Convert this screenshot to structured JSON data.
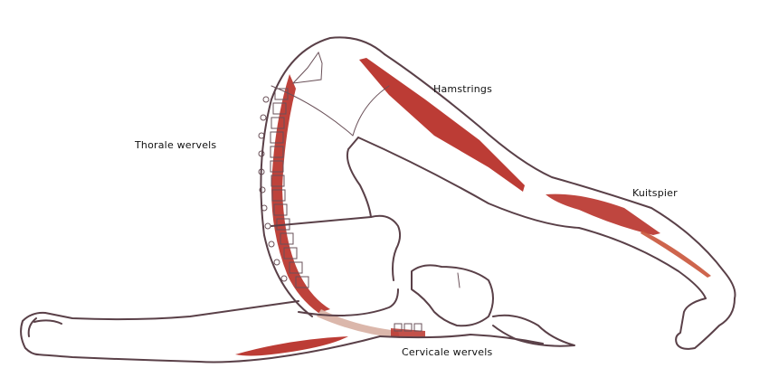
{
  "diagram": {
    "subject": "Plough pose anatomy illustration",
    "labels": {
      "thoracic": "Thorale wervels",
      "hamstrings": "Hamstrings",
      "calf": "Kuitspier",
      "cervical": "Cervicale wervels"
    },
    "colors": {
      "muscle": "#b8322a",
      "muscle_light": "#c9543a",
      "spine_fade": "#d9b3a6",
      "outline": "#5a4048",
      "background": "#ffffff"
    }
  }
}
